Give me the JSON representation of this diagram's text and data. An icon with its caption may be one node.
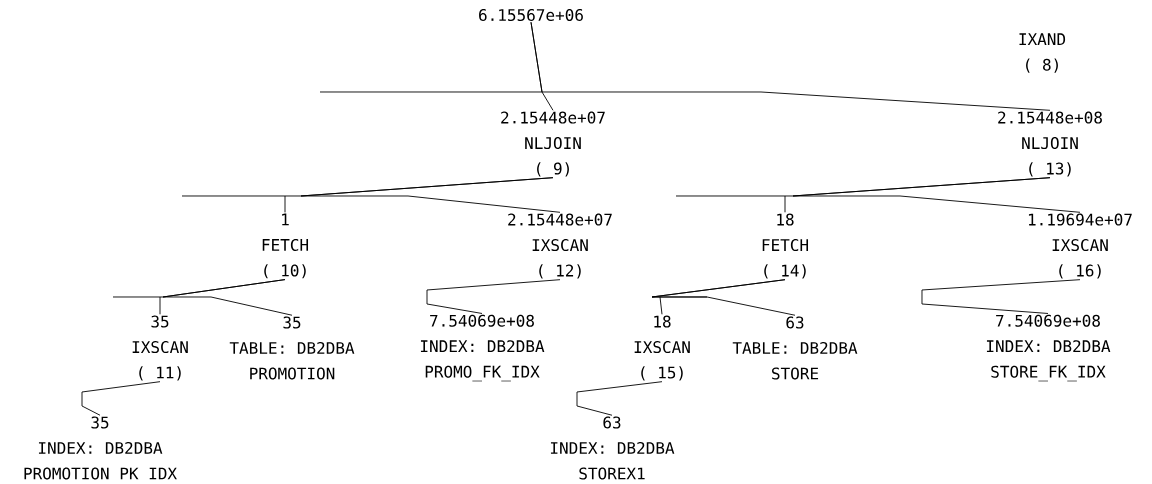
{
  "diagram": {
    "nodes": [
      {
        "text": [
          "6.15567e+06"
        ]
      },
      {
        "text": [
          "IXAND",
          "( 8)"
        ]
      },
      {
        "text": [
          "2.15448e+07",
          "NLJOIN",
          "( 9)"
        ]
      },
      {
        "text": [
          "2.15448e+08",
          "NLJOIN",
          "( 13)"
        ]
      },
      {
        "text": [
          "1",
          "FETCH",
          "( 10)"
        ]
      },
      {
        "text": [
          "2.15448e+07",
          "IXSCAN",
          "( 12)"
        ]
      },
      {
        "text": [
          "18",
          "FETCH",
          "( 14)"
        ]
      },
      {
        "text": [
          "1.19694e+07",
          "IXSCAN",
          "( 16)"
        ]
      },
      {
        "text": [
          "35",
          "IXSCAN",
          "( 11)"
        ]
      },
      {
        "text": [
          "35",
          "TABLE: DB2DBA",
          "PROMOTION"
        ]
      },
      {
        "text": [
          "7.54069e+08",
          "INDEX: DB2DBA",
          "PROMO_FK_IDX"
        ]
      },
      {
        "text": [
          "18",
          "IXSCAN",
          "( 15)"
        ]
      },
      {
        "text": [
          "63",
          "TABLE: DB2DBA",
          "STORE"
        ]
      },
      {
        "text": [
          "7.54069e+08",
          "INDEX: DB2DBA",
          "STORE_FK_IDX"
        ]
      },
      {
        "text": [
          "35",
          "INDEX: DB2DBA",
          "PROMOTION PK IDX"
        ]
      },
      {
        "text": [
          "63",
          "INDEX: DB2DBA",
          "STOREX1"
        ]
      }
    ],
    "edges": [
      {
        "from": 0,
        "to": 2,
        "arrow": "none"
      },
      {
        "from": 0,
        "to": 3,
        "arrow": "none"
      },
      {
        "from": 2,
        "to": 4,
        "arrow": "none"
      },
      {
        "from": 2,
        "to": 5,
        "arrow": "none"
      },
      {
        "from": 3,
        "to": 6,
        "arrow": "none"
      },
      {
        "from": 3,
        "to": 7,
        "arrow": "none"
      },
      {
        "from": 4,
        "to": 8,
        "arrow": "none"
      },
      {
        "from": 4,
        "to": 9,
        "arrow": "none"
      },
      {
        "from": 5,
        "to": 10,
        "arrow": "none"
      },
      {
        "from": 6,
        "to": 11,
        "arrow": "none"
      },
      {
        "from": 6,
        "to": 12,
        "arrow": "none"
      },
      {
        "from": 7,
        "to": 13,
        "arrow": "none"
      },
      {
        "from": 8,
        "to": 14,
        "arrow": "none"
      },
      {
        "from": 11,
        "to": 15,
        "arrow": "none"
      }
    ]
  }
}
